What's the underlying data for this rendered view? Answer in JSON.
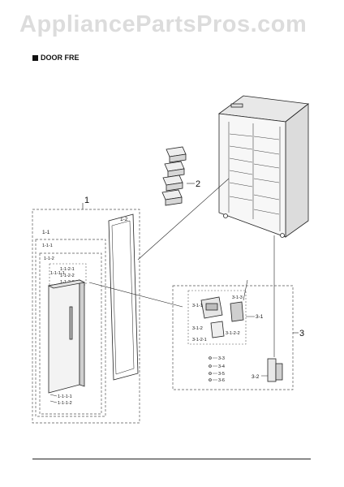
{
  "watermark": "AppliancePartsPros.com",
  "section_title": "DOOR FRE",
  "labels": {
    "group_1": "1",
    "part_1_1": "1-1",
    "part_1_1_1": "1-1-1",
    "part_1_1_2": "1-1-2",
    "part_1_1_2_1": "1-1-2-1",
    "part_1_1_2_2": "1-1-2-2",
    "part_1_1_2_3": "1-1-2-3",
    "part_1_1_1_1_top": "1-1-1-1",
    "part_1_1_1_1_bottom": "1-1-1-1",
    "part_1_1_1_2": "1-1-1-2",
    "part_1_2": "1-2",
    "part_2": "2",
    "part_3": "3",
    "part_3_1": "3-1",
    "part_3_1_1": "3-1-1",
    "part_3_1_2": "3-1-2",
    "part_3_1_3": "3-1-3",
    "part_3_1_2_1": "3-1-2-1",
    "part_3_1_2_2": "3-1-2-2",
    "part_3_2": "3-2",
    "part_3_3": "3-3",
    "part_3_4": "3-4",
    "part_3_5": "3-5",
    "part_3_6": "3-6"
  },
  "colors": {
    "line": "#222222",
    "dash": "#555555",
    "part_fill": "#f2f2f2",
    "part_shade": "#cfcfcf"
  }
}
